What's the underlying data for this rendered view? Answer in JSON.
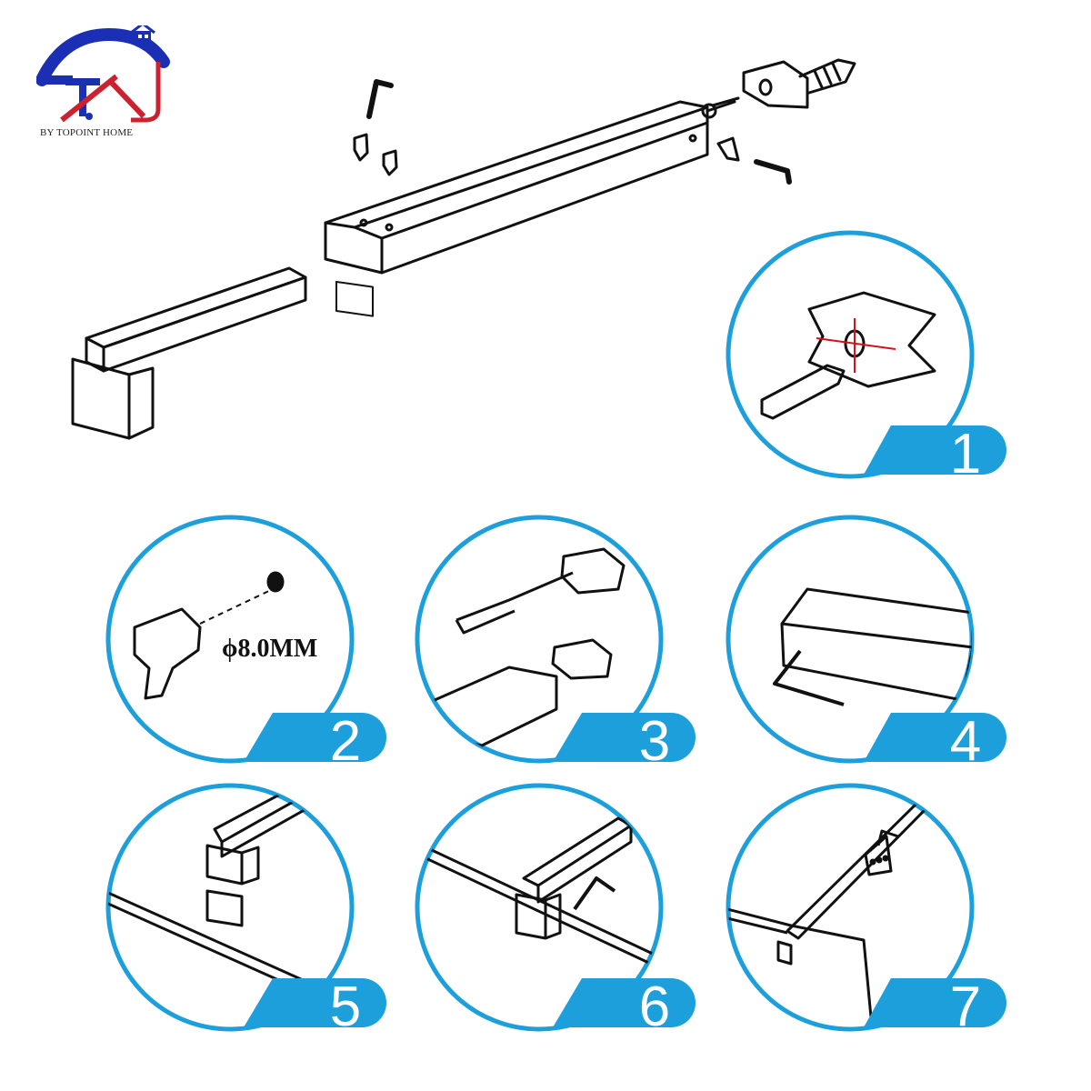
{
  "brand": {
    "tagline": "BY TOPOINT HOME"
  },
  "colors": {
    "circle_border": "#1d9fdc",
    "badge": "#1d9fdc",
    "logo_blue": "#1b2fb5",
    "logo_red": "#cc2230",
    "line_art": "#111111"
  },
  "steps": [
    {
      "number": "1",
      "label": ""
    },
    {
      "number": "2",
      "label": "ϕ8.0MM"
    },
    {
      "number": "3",
      "label": ""
    },
    {
      "number": "4",
      "label": ""
    },
    {
      "number": "5",
      "label": ""
    },
    {
      "number": "6",
      "label": ""
    },
    {
      "number": "7",
      "label": ""
    }
  ]
}
